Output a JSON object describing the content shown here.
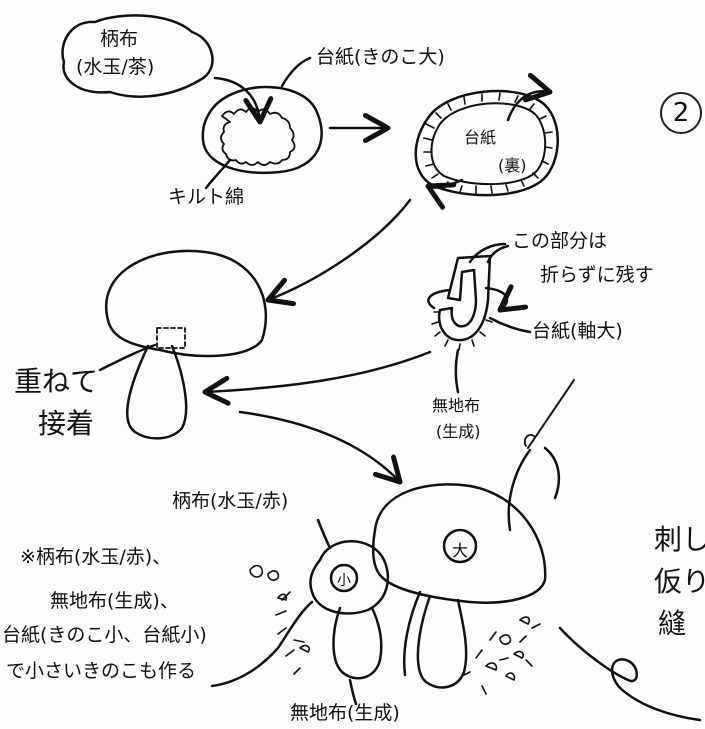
{
  "step_number": "2",
  "labels": {
    "pattern_fabric": "柄布",
    "pattern_fabric_sub": "(水玉/茶)",
    "mount_big": "台紙(きのこ大)",
    "quilt_batting": "キルト綿",
    "mount_back_1": "台紙",
    "mount_back_2": "(裏)",
    "leave_part_1": "この部分は",
    "leave_part_2": "折らずに残す",
    "mount_stem": "台紙(軸大)",
    "layer_glue_1": "重ねて",
    "layer_glue_2": "接着",
    "plain_fabric_1": "無地布",
    "plain_fabric_2": "(生成)",
    "pattern_red": "柄布(水玉/赤)",
    "note_1": "※柄布(水玉/赤)、",
    "note_2": "無地布(生成)、",
    "note_3": "台紙(きのこ小、台紙小)",
    "note_4": "で小さいきのこも作る",
    "plain_bottom": "無地布(生成)",
    "big_mark": "大",
    "small_mark": "小",
    "embroidery_1": "刺し",
    "embroidery_2": "仮り",
    "embroidery_3": "縫"
  },
  "colors": {
    "ink": "#111111",
    "paper": "#fdfdfb"
  }
}
